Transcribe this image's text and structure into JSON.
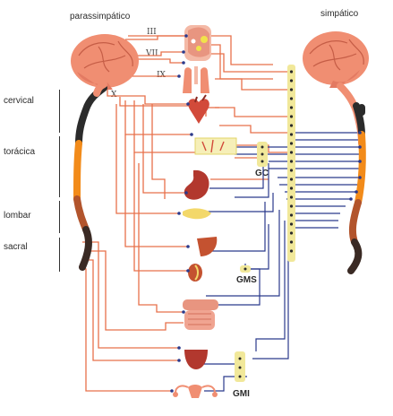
{
  "divisions": {
    "parasympathetic": "parassimpático",
    "sympathetic": "simpático"
  },
  "spinal_regions": [
    "cervical",
    "torácica",
    "lombar",
    "sacral"
  ],
  "cranial_nerves": [
    "III",
    "VII",
    "IX",
    "X"
  ],
  "ganglia": [
    "GC",
    "GMS",
    "GMI"
  ],
  "colors": {
    "parasympathetic_fiber": "#e8704a",
    "sympathetic_fiber": "#2b3a8c",
    "sympathetic_chain": "#f1e89a",
    "brain": "#f08e72",
    "cervical": "#2b2b2b",
    "thoracic": "#f28b1a",
    "lumbar": "#b2542c",
    "sacral": "#3a2a24"
  },
  "organs": [
    "eye-glands",
    "lungs",
    "heart",
    "liver-bronchi-ganglia",
    "stomach",
    "pancreas",
    "liver",
    "kidney",
    "intestine",
    "bladder",
    "uterus-ovaries"
  ]
}
